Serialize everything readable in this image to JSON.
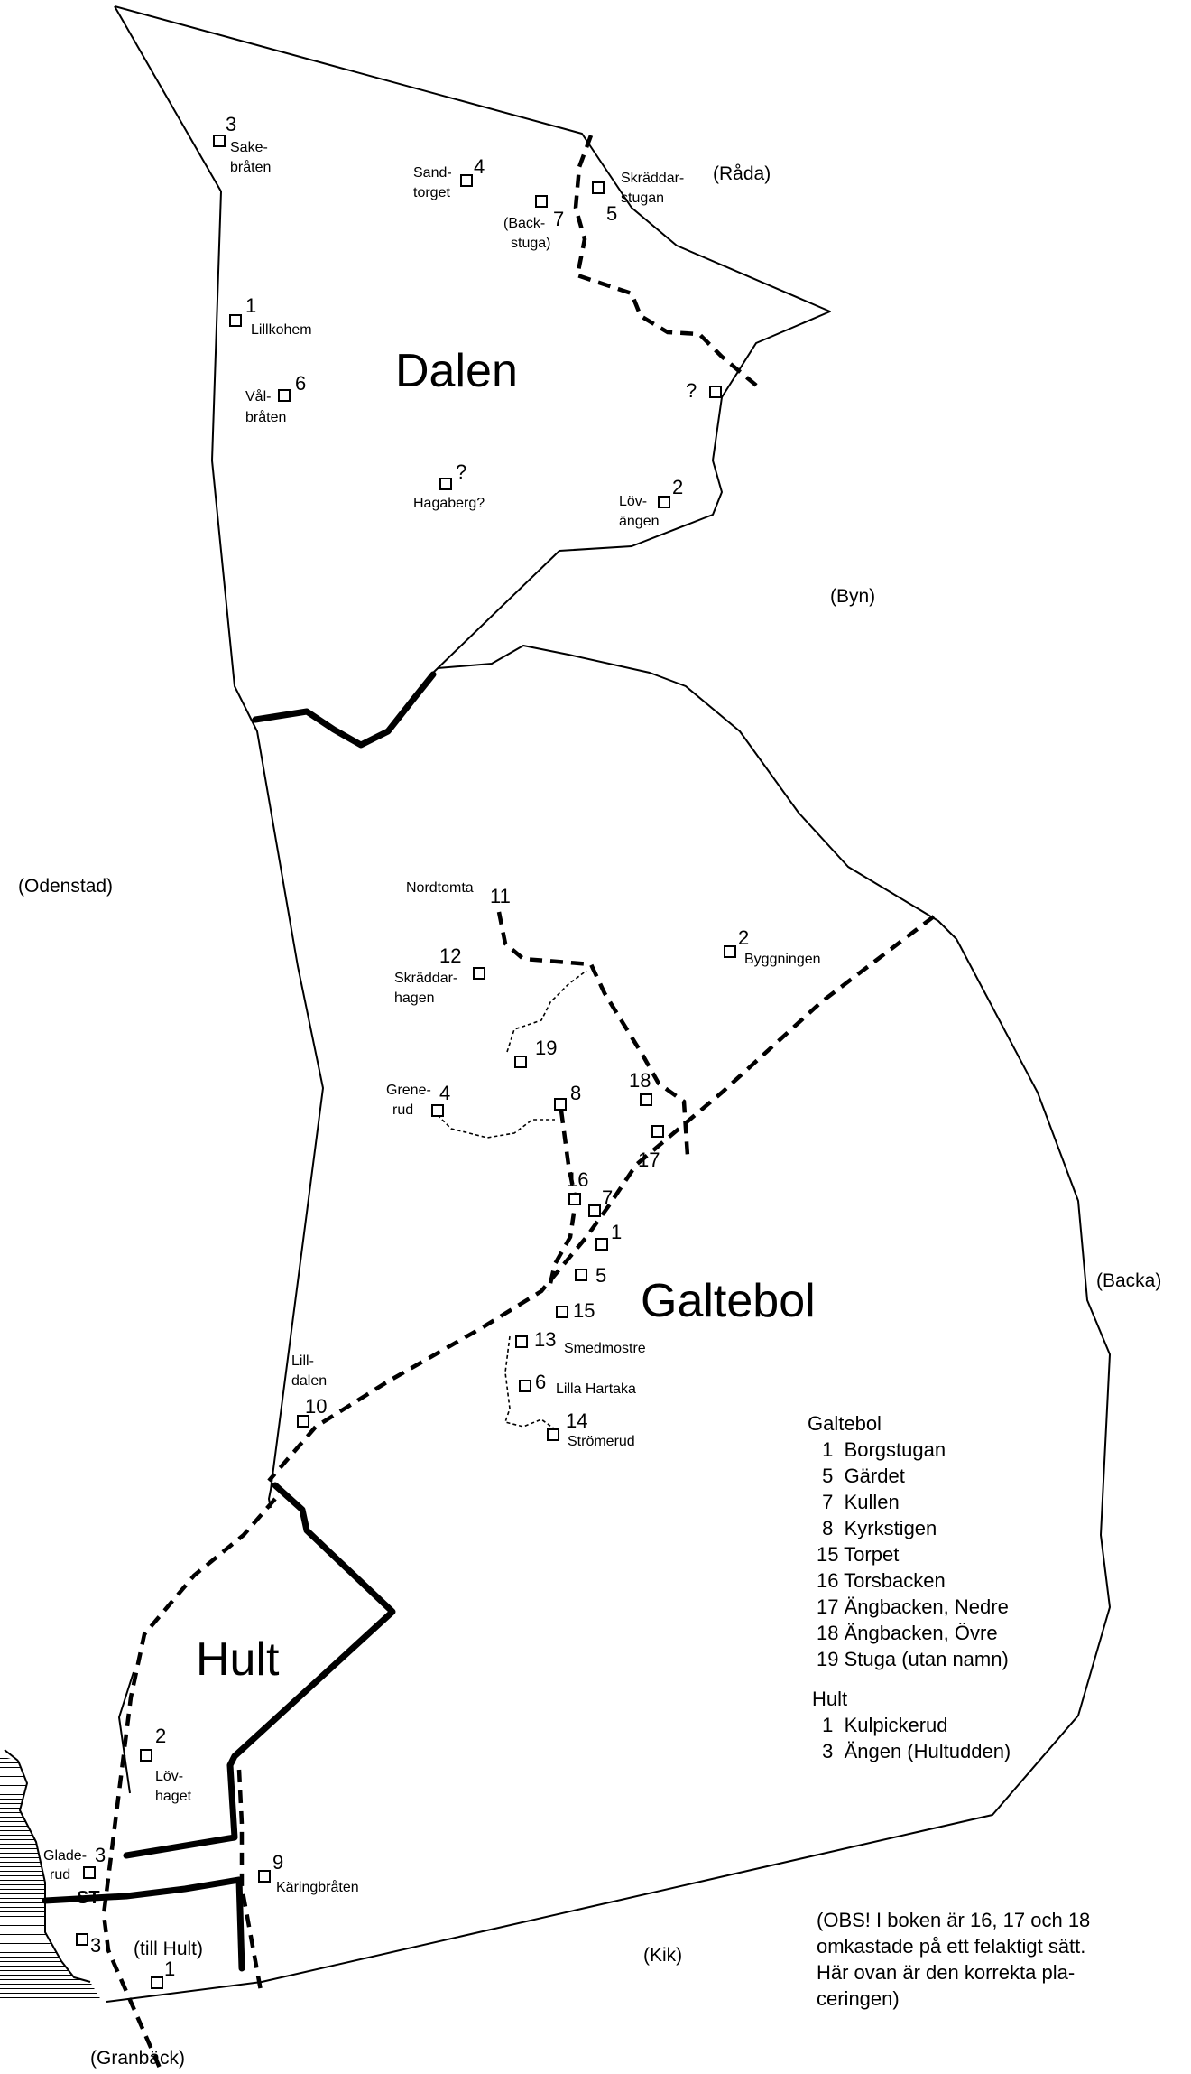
{
  "regions": {
    "dalen": "Dalen",
    "galtebol": "Galtebol",
    "hult": "Hult"
  },
  "neighbors": {
    "rada": "(Råda)",
    "byn": "(Byn)",
    "odenstad": "(Odenstad)",
    "backa": "(Backa)",
    "kik": "(Kik)",
    "granback": "(Granbäck)",
    "till_hult": "(till  Hult)"
  },
  "sites": {
    "sakebraten": {
      "num": "3",
      "l1": "Sake-",
      "l2": "bråten"
    },
    "sandtorget": {
      "num": "4",
      "l1": "Sand-",
      "l2": "torget"
    },
    "backstuga": {
      "num": "7",
      "l1": "(Back-",
      "l2": "stuga)"
    },
    "skraddarstugan": {
      "num": "5",
      "l1": "Skräddar-",
      "l2": "stugan"
    },
    "lillkohem": {
      "num": "1",
      "l1": "Lillkohem"
    },
    "valbraten": {
      "num": "6",
      "l1": "Vål-",
      "l2": "bråten"
    },
    "dalen_unknown": {
      "num": "?"
    },
    "hagaberg": {
      "num": "?",
      "l1": "Hagaberg?"
    },
    "lovangen": {
      "num": "2",
      "l1": "Löv-",
      "l2": "ängen"
    },
    "nordtomta": {
      "num": "11",
      "l1": "Nordtomta"
    },
    "byggningen": {
      "num": "2",
      "l1": "Byggningen"
    },
    "skraddarhagen": {
      "num": "12",
      "l1": "Skräddar-",
      "l2": "hagen"
    },
    "g19": {
      "num": "19"
    },
    "g18": {
      "num": "18"
    },
    "g17": {
      "num": "17"
    },
    "grenerud": {
      "num": "4",
      "l1": "Grene-",
      "l2": "rud"
    },
    "g8": {
      "num": "8"
    },
    "g16": {
      "num": "16"
    },
    "g7": {
      "num": "7"
    },
    "g1": {
      "num": "1"
    },
    "g5": {
      "num": "5"
    },
    "g15": {
      "num": "15"
    },
    "smedmostre": {
      "num": "13",
      "l1": "Smedmostre"
    },
    "lilla_hartaka": {
      "num": "6",
      "l1": "Lilla Hartaka"
    },
    "stromerud": {
      "num": "14",
      "l1": "Strömerud"
    },
    "lilldalen": {
      "num": "10",
      "l1": "Lill-",
      "l2": "dalen"
    },
    "lovhaget": {
      "num": "2",
      "l1": "Löv-",
      "l2": "haget"
    },
    "gladerud": {
      "num": "3",
      "l1": "Glade-",
      "l2": "rud",
      "l3": "ST"
    },
    "karingbraten": {
      "num": "9",
      "l1": "Käringbråten"
    },
    "hult3": {
      "num": "3"
    },
    "hult1": {
      "num": "1"
    }
  },
  "legend": {
    "galtebol_title": "Galtebol",
    "galtebol_items": [
      " 1  Borgstugan",
      " 5  Gärdet",
      " 7  Kullen",
      " 8  Kyrkstigen",
      "15 Torpet",
      "16 Torsbacken",
      "17 Ängbacken, Nedre",
      "18 Ängbacken, Övre",
      "19 Stuga (utan namn)"
    ],
    "hult_title": "Hult",
    "hult_items": [
      " 1  Kulpickerud",
      " 3  Ängen (Hultudden)"
    ]
  },
  "note": [
    "(OBS! I boken är 16, 17 och 18",
    "omkastade på ett felaktigt sätt.",
    "Här ovan är den korrekta pla-",
    "ceringen)"
  ]
}
